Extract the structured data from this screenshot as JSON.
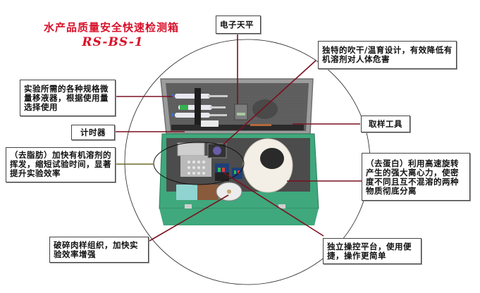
{
  "header": {
    "title": "水产品质量安全快速检测箱",
    "model": "RS-BS-1"
  },
  "colors": {
    "title_red": "#d8102a",
    "leader_dark_red": "#7a1020",
    "leader_olive": "#6b6b2a",
    "case_green": "#3fa87c",
    "foam_gray": "#5a5a5a"
  },
  "callouts": [
    {
      "id": "balance",
      "text": "电子天平"
    },
    {
      "id": "blow-dry",
      "text": "独特的吹干/温育设计，有效降低有机溶剂对人体危害"
    },
    {
      "id": "pipettes",
      "text": "实验所需的各种规格微量移液器，根据使用量选择使用"
    },
    {
      "id": "timer",
      "text": "计时器"
    },
    {
      "id": "sampling-tools",
      "text": "取样工具"
    },
    {
      "id": "defat",
      "text": "（去脂肪）加快有机溶剂的挥发，缩短试验时间，显著提升实验效率"
    },
    {
      "id": "deprotein",
      "text": "（去蛋白）利用高速旋转产生的强大离心力，使密度不同且互不混溶的两种物质彻底分离"
    },
    {
      "id": "homogenizer",
      "text": "破碎肉样组织，加快实验效率增强"
    },
    {
      "id": "control-platform",
      "text": "独立操控平台，使用便捷，操作更简单"
    }
  ]
}
